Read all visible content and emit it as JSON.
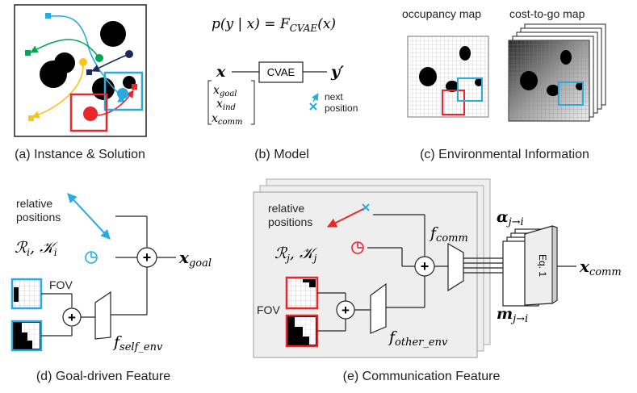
{
  "captions": {
    "a": "(a) Instance & Solution",
    "b": "(b) Model",
    "c": "(c) Environmental Information",
    "d": "(d) Goal-driven Feature",
    "e": "(e) Communication Feature"
  },
  "model": {
    "equation": "p(y | x) = F",
    "equation_sub": "CVAE",
    "equation_tail": "(x)",
    "input_symbol": "x",
    "output_symbol": "y′",
    "box_label": "CVAE",
    "vec_goal": "x",
    "vec_goal_sub": "goal",
    "vec_ind": "x",
    "vec_ind_sub": "ind",
    "vec_comm": "x",
    "vec_comm_sub": "comm",
    "next_position_1": "next",
    "next_position_2": "position"
  },
  "env": {
    "occupancy_label": "occupancy map",
    "costtogo_label": "cost-to-go map"
  },
  "goal_feature": {
    "relative_positions_1": "relative",
    "relative_positions_2": "positions",
    "ri_ki": "ℛ",
    "ri_sub": "i",
    "ki": "𝒦",
    "ki_sub": "i",
    "fov_label": "FOV",
    "f_self_env": "f",
    "f_self_env_sub": "self_env",
    "output": "x",
    "output_sub": "goal"
  },
  "comm_feature": {
    "relative_positions_1": "relative",
    "relative_positions_2": "positions",
    "rj": "ℛ",
    "rj_sub": "j",
    "kj": "𝒦",
    "kj_sub": "j",
    "fov_label": "FOV",
    "f_comm": "f",
    "f_comm_sub": "comm",
    "f_other_env": "f",
    "f_other_env_sub": "other_env",
    "alpha": "α",
    "alpha_sub": "j→i",
    "m": "m",
    "m_sub": "j→i",
    "eq_label": "Eq. 1",
    "output": "x",
    "output_sub": "comm"
  },
  "colors": {
    "blue": "#29abe2",
    "red": "#e8262b",
    "green": "#00a651",
    "yellow": "#f5c518",
    "navy": "#1b2a5e"
  }
}
